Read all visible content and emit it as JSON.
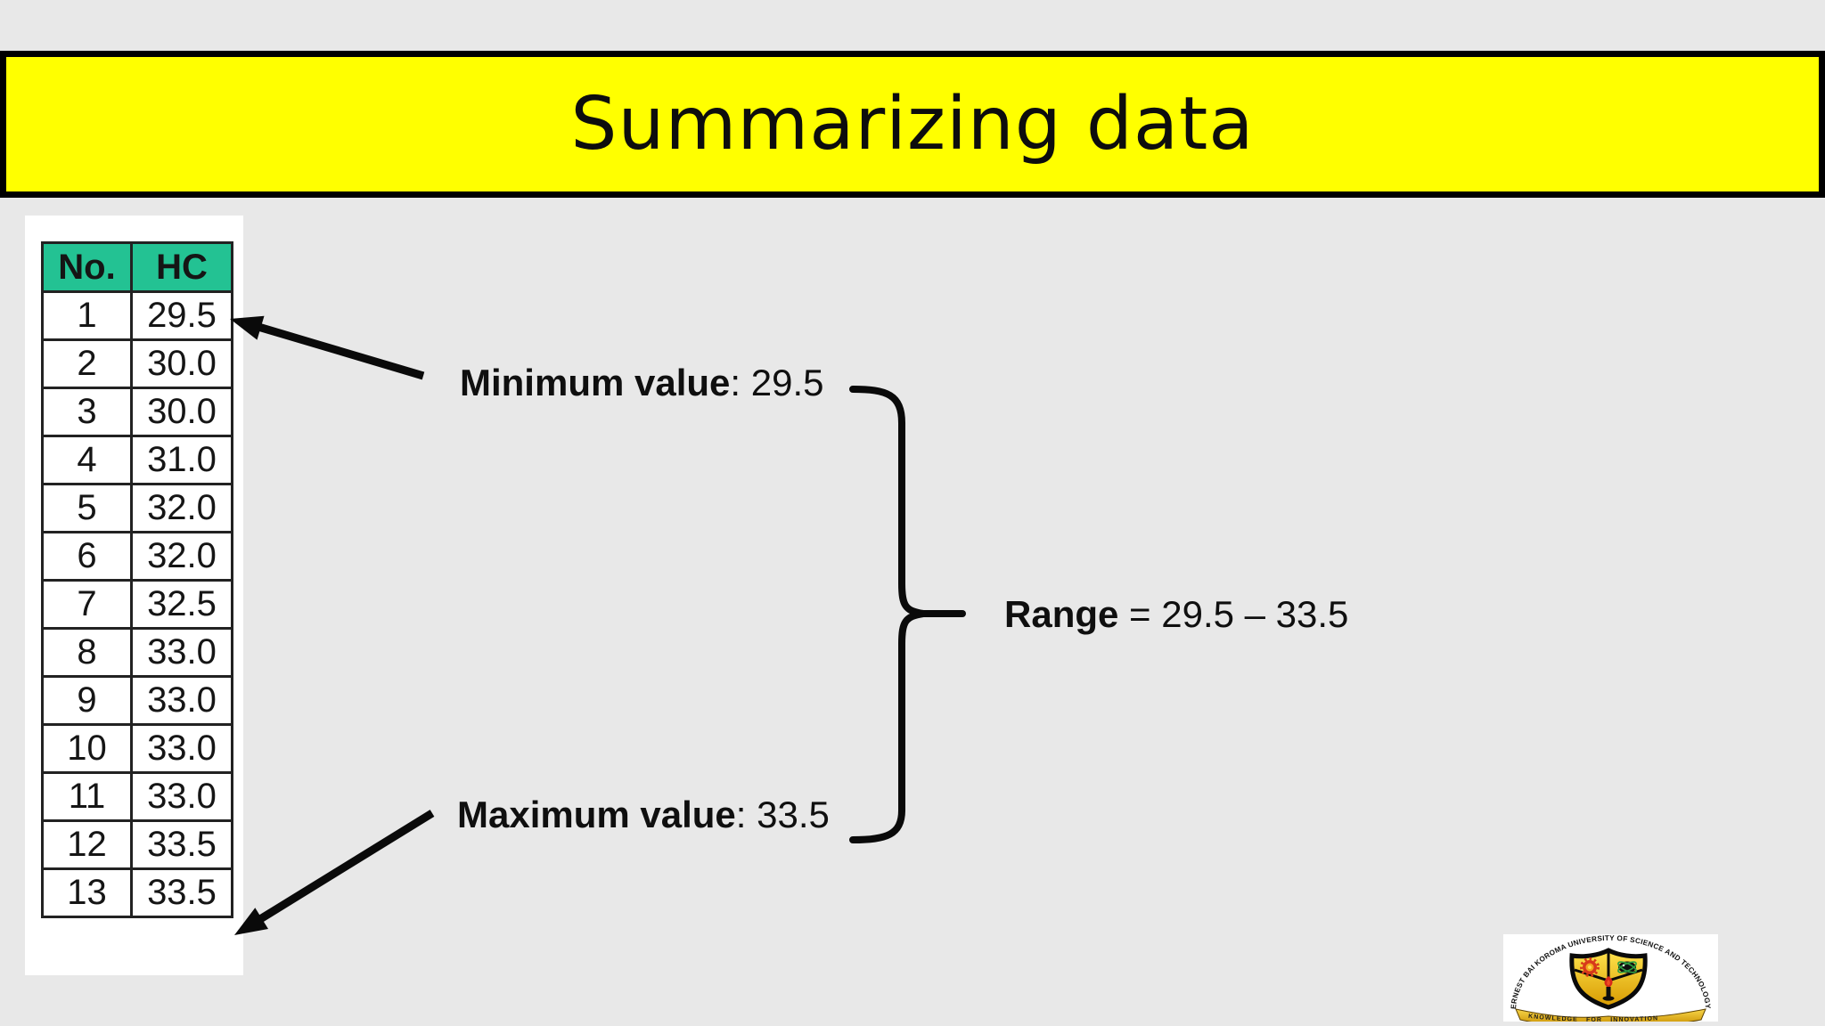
{
  "title": "Summarizing data",
  "table": {
    "headers": [
      "No.",
      "HC"
    ],
    "rows": [
      [
        "1",
        "29.5"
      ],
      [
        "2",
        "30.0"
      ],
      [
        "3",
        "30.0"
      ],
      [
        "4",
        "31.0"
      ],
      [
        "5",
        "32.0"
      ],
      [
        "6",
        "32.0"
      ],
      [
        "7",
        "32.5"
      ],
      [
        "8",
        "33.0"
      ],
      [
        "9",
        "33.0"
      ],
      [
        "10",
        "33.0"
      ],
      [
        "11",
        "33.0"
      ],
      [
        "12",
        "33.5"
      ],
      [
        "13",
        "33.5"
      ]
    ]
  },
  "annotations": {
    "minimum": {
      "label": "Minimum value",
      "rest": ": 29.5"
    },
    "maximum": {
      "label": "Maximum value",
      "rest": ": 33.5"
    },
    "range": {
      "label": "Range",
      "rest": " = 29.5 – 33.5"
    }
  },
  "logo": {
    "institution": "ERNEST BAI KOROMA UNIVERSITY OF SCIENCE AND TECHNOLOGY",
    "motto": "KNOWLEDGE FOR INNOVATION"
  },
  "colors": {
    "background": "#E8E8E8",
    "banner_fill": "#FFFF00",
    "banner_border": "#000000",
    "table_header_fill": "#23C293",
    "table_card": "#FFFFFF",
    "ink": "#0F0F0F",
    "logo_gold": "#E8B007",
    "logo_red": "#D7391B",
    "logo_green": "#2E9E44"
  }
}
